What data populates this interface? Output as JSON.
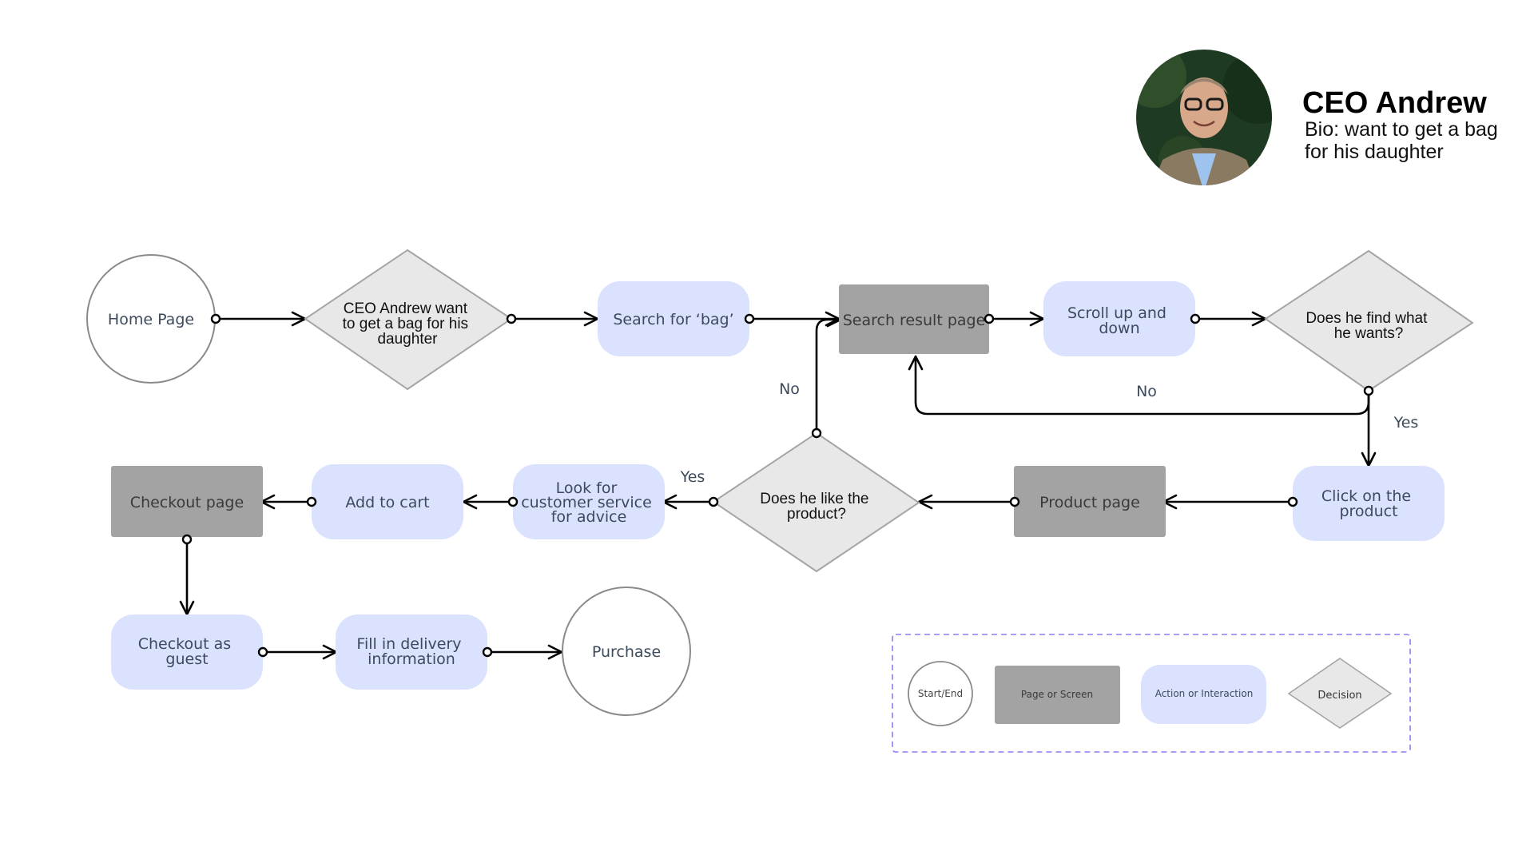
{
  "persona": {
    "name": "CEO Andrew",
    "bio": "Bio: want to get a bag for his daughter",
    "avatar_icon": "person-photo"
  },
  "nodes": {
    "home": "Home Page",
    "decision_goal": [
      "CEO Andrew want",
      "to get a bag for his",
      "daughter"
    ],
    "search_bag": "Search for ‘bag’",
    "search_result": "Search result page",
    "scroll": [
      "Scroll up and",
      "down"
    ],
    "decision_find": [
      "Does he find what",
      "he wants?"
    ],
    "click_product": [
      "Click on the",
      "product"
    ],
    "product_page": "Product page",
    "decision_like": [
      "Does he like the",
      "product?"
    ],
    "customer_service": [
      "Look for",
      "customer service",
      "for advice"
    ],
    "add_to_cart": "Add to cart",
    "checkout_page": "Checkout page",
    "checkout_guest": [
      "Checkout as",
      "guest"
    ],
    "fill_delivery": [
      "Fill in delivery",
      "information"
    ],
    "purchase": "Purchase"
  },
  "edge_labels": {
    "no_find": "No",
    "yes_find": "Yes",
    "no_like": "No",
    "yes_like": "Yes"
  },
  "legend": {
    "start_end": "Start/End",
    "page": "Page or Screen",
    "action": "Action or Interaction",
    "decision": "Decision"
  },
  "colors": {
    "action_fill": "#dbe2fe",
    "page_fill": "#a3a3a3",
    "decision_fill": "#e8e8e8",
    "decision_stroke": "#a5a5a5",
    "circle_stroke": "#8a8a8a",
    "legend_border": "#8d7df0",
    "connector": "#000000",
    "label_text": "#3d4a5c"
  }
}
